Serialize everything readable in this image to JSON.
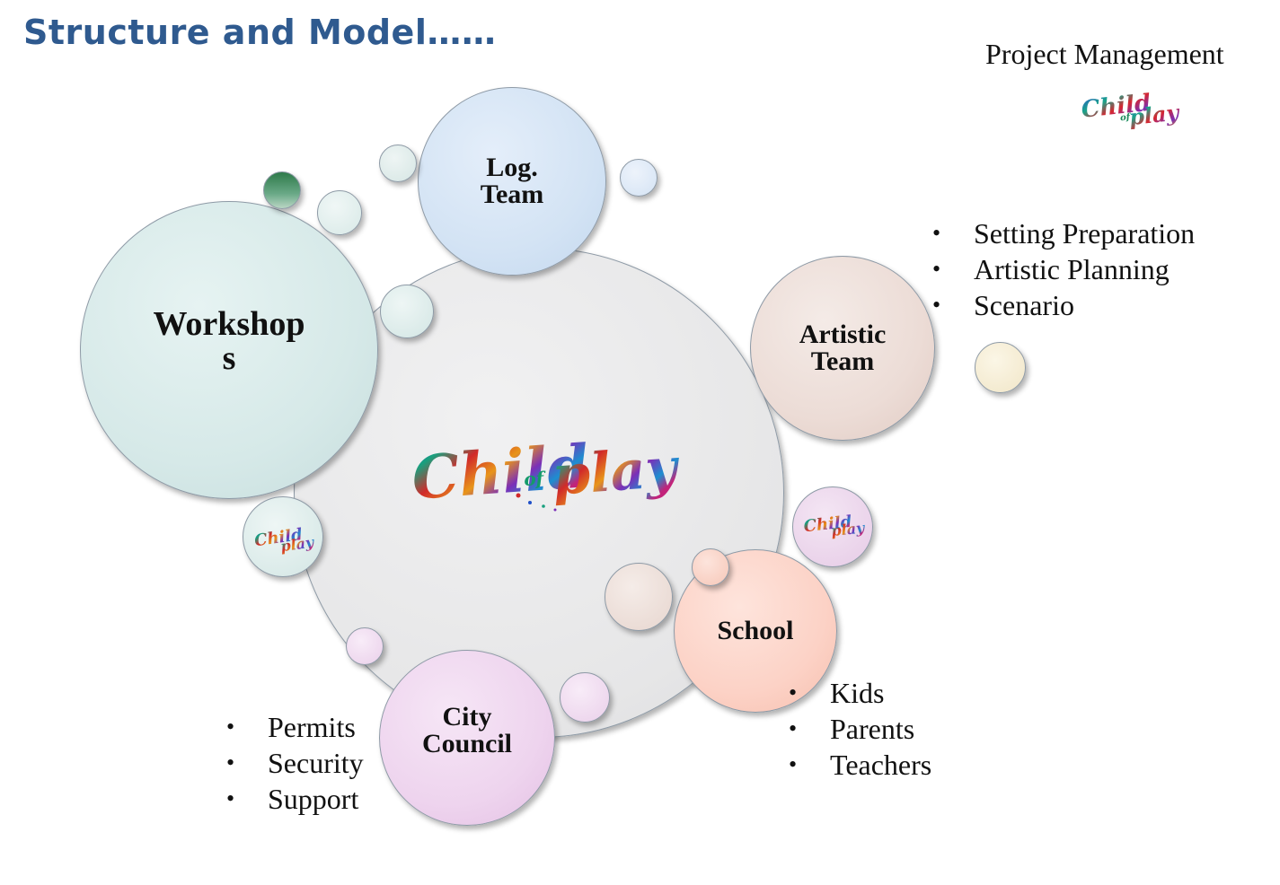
{
  "title": "Structure and Model……",
  "project_management": {
    "label": "Project Management",
    "logo_text": "Child of play"
  },
  "center": {
    "logo_text": "Child of play"
  },
  "nodes": {
    "log_team": "Log.\nTeam",
    "workshops": "Workshop\ns",
    "artistic_team": "Artistic\nTeam",
    "school": "School",
    "city_council": "City\nCouncil"
  },
  "small_logos": {
    "left": "Child of play",
    "right": "Child of play"
  },
  "artistic_list": [
    "Setting Preparation",
    "Artistic Planning",
    "Scenario"
  ],
  "school_list": [
    "Kids",
    "Parents",
    "Teachers"
  ],
  "council_list": [
    "Permits",
    "Security",
    "Support"
  ],
  "bullet_char": "•",
  "colors": {
    "title": "#2f5a8f",
    "center_fill": "#e9e9ea",
    "log_team": "#d3e3f4",
    "workshops": "#d9ebea",
    "artistic": "#ecdcd6",
    "school": "#fcd2c6",
    "council": "#eed4ee"
  }
}
